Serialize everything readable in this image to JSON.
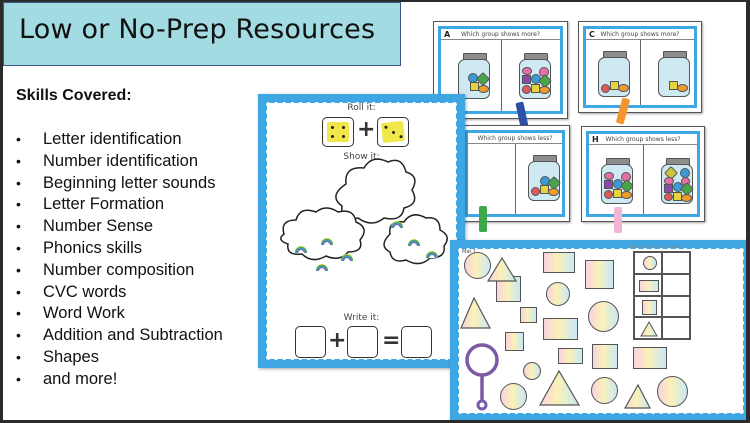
{
  "title": "Low or No-Prep Resources",
  "skills": {
    "heading": "Skills Covered:",
    "bullet": "•",
    "items": [
      "Letter identification",
      "Number identification",
      "Beginning letter sounds",
      "Letter Formation",
      "Number Sense",
      "Phonics skills",
      "Number composition",
      "CVC words",
      "Word Work",
      "Addition and Subtraction",
      "Shapes",
      "and more!"
    ]
  },
  "roll_sheet": {
    "roll_label": "Roll it:",
    "show_label": "Show it:",
    "write_label": "Write it:",
    "plus": "+",
    "equals": "=",
    "dice": [
      4,
      3
    ]
  },
  "jar_cards": [
    {
      "letter": "A",
      "question": "Which group shows more?"
    },
    {
      "letter": "C",
      "question": "Which group shows more?"
    },
    {
      "letter": "",
      "question": "Which group shows less?"
    },
    {
      "letter": "H",
      "question": "Which group shows less?"
    }
  ],
  "shape_mat": {
    "label": "Mat 1",
    "table_title": "How many of each shape?"
  },
  "colors": {
    "title_bg": "#a2dbe1",
    "border_blue": "#3ea7e3",
    "die_yellow": "#f1e64a",
    "magnifier_purple": "#7a5aa6"
  }
}
